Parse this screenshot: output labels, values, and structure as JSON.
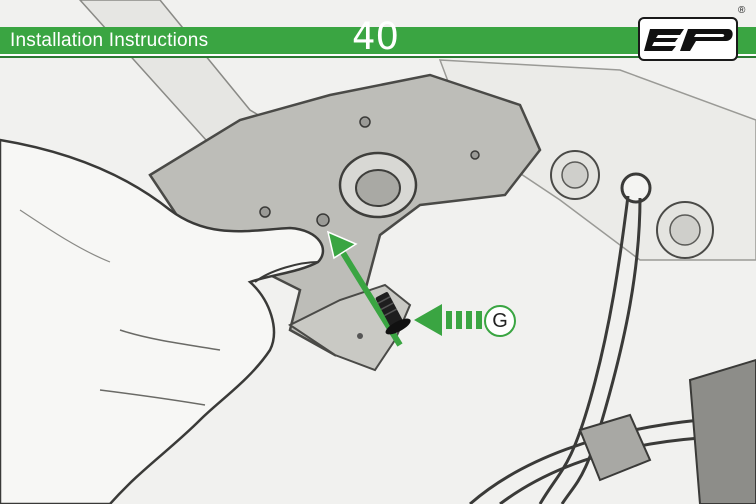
{
  "header": {
    "title": "Installation Instructions",
    "page_number": "40",
    "registered_mark": "®"
  },
  "callout": {
    "label": "G"
  },
  "colors": {
    "accent_green": "#3aa542",
    "header_text": "#ffffff",
    "outline": "#1a1a1a"
  },
  "illustration": {
    "subject": "hand-inserting-push-pin-fastener",
    "logo": "ep-logo"
  }
}
